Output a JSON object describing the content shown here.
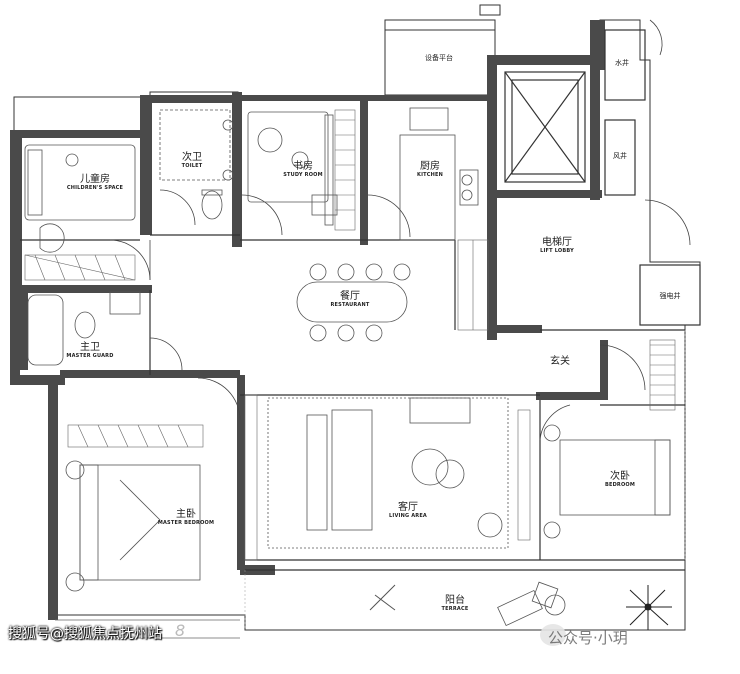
{
  "rooms": {
    "childrens_space": {
      "cn": "儿童房",
      "en": "CHILDREN'S SPACE"
    },
    "toilet": {
      "cn": "次卫",
      "en": "TOILET"
    },
    "study_room": {
      "cn": "书房",
      "en": "STUDY ROOM"
    },
    "kitchen": {
      "cn": "厨房",
      "en": "KITCHEN"
    },
    "equipment_platform": {
      "cn": "设备平台"
    },
    "water_shaft": {
      "cn": "水井"
    },
    "wind_shaft": {
      "cn": "风井"
    },
    "lift_lobby": {
      "cn": "电梯厅",
      "en": "LIFT LOBBY"
    },
    "electric_shaft": {
      "cn": "强电井"
    },
    "restaurant": {
      "cn": "餐厅",
      "en": "RESTAURANT"
    },
    "master_guard": {
      "cn": "主卫",
      "en": "MASTER GUARD"
    },
    "foyer": {
      "cn": "玄关"
    },
    "master_bedroom": {
      "cn": "主卧",
      "en": "MASTER BEDROOM"
    },
    "living_area": {
      "cn": "客厅",
      "en": "LIVING AREA"
    },
    "bedroom": {
      "cn": "次卧",
      "en": "BEDROOM"
    },
    "terrace": {
      "cn": "阳台",
      "en": "TERRACE"
    }
  },
  "watermark": {
    "left": "搜狐号@搜狐焦点抚州站",
    "right": "公众号·小玥"
  },
  "colors": {
    "wall": "#4a4a4a",
    "line": "#333333",
    "furniture": "#555555"
  }
}
